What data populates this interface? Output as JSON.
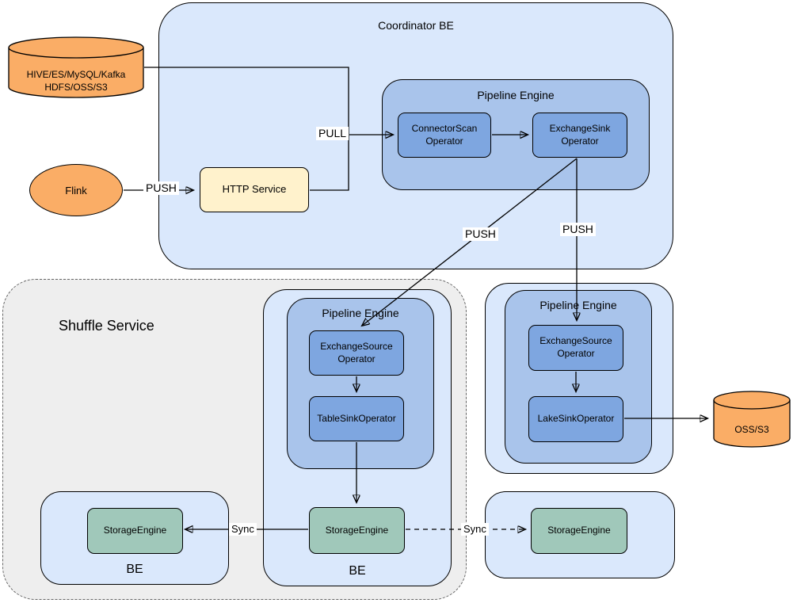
{
  "nodes": {
    "coordinator_be": "Coordinator BE",
    "pipeline_engine_top": "Pipeline Engine",
    "connector_scan": "ConnectorScan\nOperator",
    "exchange_sink": "ExchangeSink\nOperator",
    "http_service": "HTTP Service",
    "source_db": "HIVE/ES/MySQL/Kafka\nHDFS/OSS/S3",
    "flink": "Flink",
    "shuffle_service": "Shuffle Service",
    "be_mid": "BE",
    "pipeline_engine_mid": "Pipeline Engine",
    "exchange_source_mid": "ExchangeSource\nOperator",
    "table_sink": "TableSinkOperator",
    "storage_engine_mid": "StorageEngine",
    "be_left": "BE",
    "storage_engine_left": "StorageEngine",
    "pipeline_engine_right": "Pipeline Engine",
    "exchange_source_right": "ExchangeSource\nOperator",
    "lake_sink": "LakeSinkOperator",
    "oss_s3": "OSS/S3",
    "storage_engine_right": "StorageEngine"
  },
  "edge_labels": {
    "pull": "PULL",
    "push_flink": "PUSH",
    "push_diagonal": "PUSH",
    "push_vertical": "PUSH",
    "sync_left": "Sync",
    "sync_right": "Sync"
  },
  "colors": {
    "container_blue": "#dae8fc",
    "engine_blue": "#a9c4eb",
    "operator_blue": "#7ea6e0",
    "storage_green": "#a0c8ba",
    "service_yellow": "#fff2cc",
    "external_orange": "#faad66",
    "shuffle_gray": "#eeeeee",
    "stroke": "#000000"
  }
}
